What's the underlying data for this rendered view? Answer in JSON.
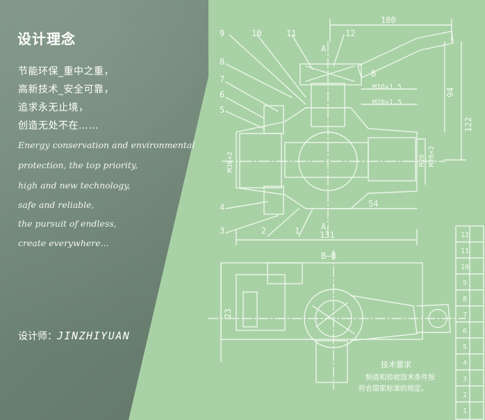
{
  "heading": "设计理念",
  "cn_lines": [
    "节能环保_重中之重，",
    "高新技术_安全可靠，",
    "追求永无止境，",
    "创造无处不在……"
  ],
  "en_lines": [
    "Energy conservation and environmental",
    "protection, the top priority,",
    "high and new technology,",
    "safe and reliable,",
    "the pursuit of endless,",
    "create everywhere..."
  ],
  "designer_label": "设计师：",
  "designer_name": "JINZHIYUAN",
  "drawing": {
    "callouts": [
      "9",
      "10",
      "11",
      "12",
      "8",
      "7",
      "6",
      "5",
      "4",
      "3",
      "2",
      "1"
    ],
    "section_labels": [
      "A",
      "A",
      "B",
      "B—B"
    ],
    "dimensions": [
      "180",
      "94",
      "122",
      "131",
      "54",
      "23",
      "M16×1.5",
      "M20",
      "M20×2",
      "M36×2",
      "M20×1.5"
    ],
    "tech_notes": [
      "技术要求",
      "制造和验收技术条件按",
      "符合国家标准的规定。"
    ],
    "table_numbers": [
      "12",
      "11",
      "10",
      "9",
      "8",
      "7",
      "6",
      "5",
      "4",
      "3",
      "2",
      "1"
    ],
    "colors": {
      "background": "#a9d1a6",
      "line": "#ffffff",
      "panel": "#657a6b"
    }
  }
}
